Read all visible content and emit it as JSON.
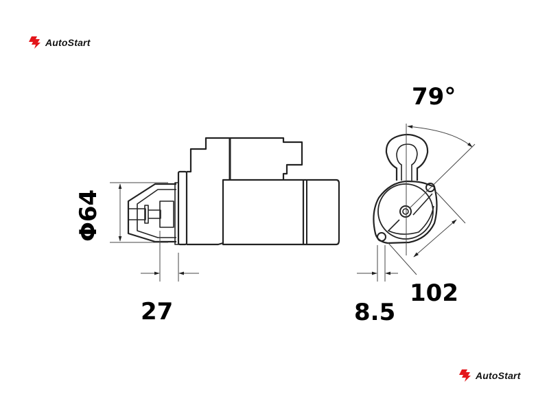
{
  "brand": {
    "name": "AutoStart",
    "color": "#e3161b"
  },
  "dimensions": {
    "angle": "79°",
    "diameter": "Φ64",
    "flange_offset": "27",
    "front_offset": "8.5",
    "mount_distance": "102"
  }
}
